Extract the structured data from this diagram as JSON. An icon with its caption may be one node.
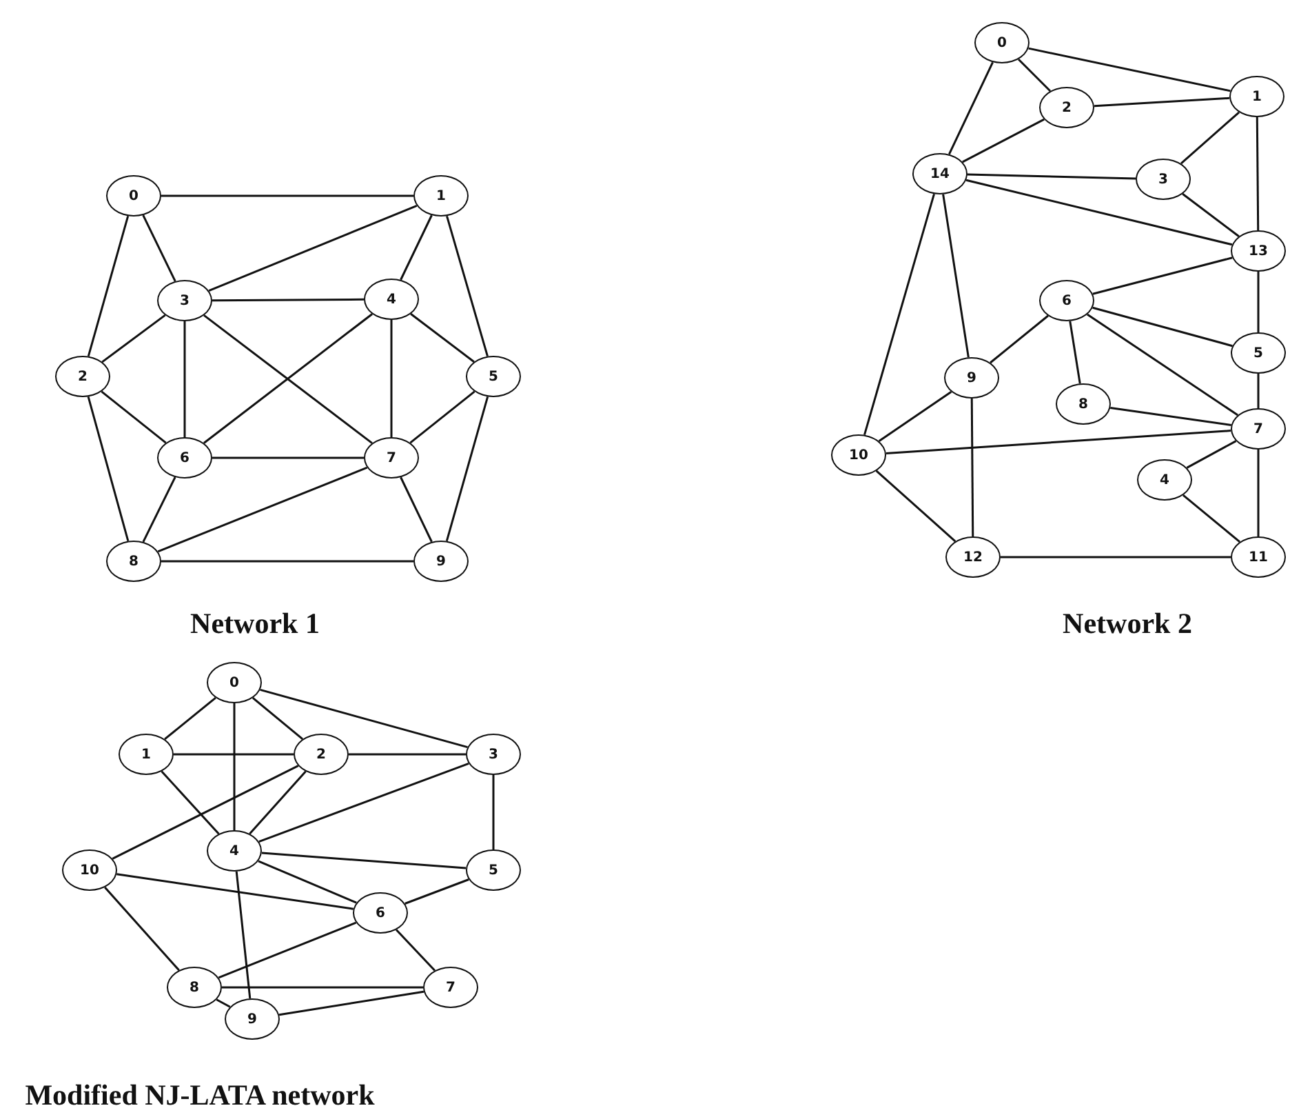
{
  "diagram": {
    "nodes": [
      {
        "text": [
          "0"
        ]
      },
      {
        "text": [
          "1"
        ]
      },
      {
        "text": [
          "2"
        ]
      },
      {
        "text": [
          "3"
        ]
      },
      {
        "text": [
          "4"
        ]
      },
      {
        "text": [
          "5"
        ]
      },
      {
        "text": [
          "6"
        ]
      },
      {
        "text": [
          "7"
        ]
      },
      {
        "text": [
          "8"
        ]
      },
      {
        "text": [
          "9"
        ]
      },
      {
        "text": [
          "0"
        ]
      },
      {
        "text": [
          "1"
        ]
      },
      {
        "text": [
          "2"
        ]
      },
      {
        "text": [
          "3"
        ]
      },
      {
        "text": [
          "4"
        ]
      },
      {
        "text": [
          "5"
        ]
      },
      {
        "text": [
          "6"
        ]
      },
      {
        "text": [
          "7"
        ]
      },
      {
        "text": [
          "8"
        ]
      },
      {
        "text": [
          "9"
        ]
      },
      {
        "text": [
          "10"
        ]
      },
      {
        "text": [
          "11"
        ]
      },
      {
        "text": [
          "12"
        ]
      },
      {
        "text": [
          "13"
        ]
      },
      {
        "text": [
          "14"
        ]
      },
      {
        "text": [
          "0"
        ]
      },
      {
        "text": [
          "1"
        ]
      },
      {
        "text": [
          "2"
        ]
      },
      {
        "text": [
          "3"
        ]
      },
      {
        "text": [
          "4"
        ]
      },
      {
        "text": [
          "5"
        ]
      },
      {
        "text": [
          "6"
        ]
      },
      {
        "text": [
          "7"
        ]
      },
      {
        "text": [
          "8"
        ]
      },
      {
        "text": [
          "9"
        ]
      },
      {
        "text": [
          "10"
        ]
      }
    ],
    "edges": [
      {
        "from": 0,
        "to": 1,
        "arrow": "none"
      },
      {
        "from": 0,
        "to": 3,
        "arrow": "none"
      },
      {
        "from": 0,
        "to": 2,
        "arrow": "none"
      },
      {
        "from": 1,
        "to": 3,
        "arrow": "none"
      },
      {
        "from": 1,
        "to": 4,
        "arrow": "none"
      },
      {
        "from": 1,
        "to": 5,
        "arrow": "none"
      },
      {
        "from": 3,
        "to": 4,
        "arrow": "none"
      },
      {
        "from": 3,
        "to": 2,
        "arrow": "none"
      },
      {
        "from": 3,
        "to": 6,
        "arrow": "none"
      },
      {
        "from": 3,
        "to": 7,
        "arrow": "none"
      },
      {
        "from": 4,
        "to": 6,
        "arrow": "none"
      },
      {
        "from": 4,
        "to": 7,
        "arrow": "none"
      },
      {
        "from": 4,
        "to": 5,
        "arrow": "none"
      },
      {
        "from": 2,
        "to": 6,
        "arrow": "none"
      },
      {
        "from": 2,
        "to": 8,
        "arrow": "none"
      },
      {
        "from": 6,
        "to": 7,
        "arrow": "none"
      },
      {
        "from": 6,
        "to": 8,
        "arrow": "none"
      },
      {
        "from": 7,
        "to": 5,
        "arrow": "none"
      },
      {
        "from": 7,
        "to": 8,
        "arrow": "none"
      },
      {
        "from": 7,
        "to": 9,
        "arrow": "none"
      },
      {
        "from": 5,
        "to": 9,
        "arrow": "none"
      },
      {
        "from": 8,
        "to": 9,
        "arrow": "none"
      },
      {
        "from": 10,
        "to": 11,
        "arrow": "none"
      },
      {
        "from": 10,
        "to": 12,
        "arrow": "none"
      },
      {
        "from": 10,
        "to": 24,
        "arrow": "none"
      },
      {
        "from": 12,
        "to": 11,
        "arrow": "none"
      },
      {
        "from": 12,
        "to": 24,
        "arrow": "none"
      },
      {
        "from": 24,
        "to": 13,
        "arrow": "none"
      },
      {
        "from": 24,
        "to": 23,
        "arrow": "none"
      },
      {
        "from": 24,
        "to": 19,
        "arrow": "none"
      },
      {
        "from": 24,
        "to": 20,
        "arrow": "none"
      },
      {
        "from": 11,
        "to": 13,
        "arrow": "none"
      },
      {
        "from": 11,
        "to": 23,
        "arrow": "none"
      },
      {
        "from": 13,
        "to": 23,
        "arrow": "none"
      },
      {
        "from": 23,
        "to": 16,
        "arrow": "none"
      },
      {
        "from": 23,
        "to": 15,
        "arrow": "none"
      },
      {
        "from": 16,
        "to": 15,
        "arrow": "none"
      },
      {
        "from": 16,
        "to": 17,
        "arrow": "none"
      },
      {
        "from": 16,
        "to": 19,
        "arrow": "none"
      },
      {
        "from": 16,
        "to": 18,
        "arrow": "none"
      },
      {
        "from": 18,
        "to": 17,
        "arrow": "none"
      },
      {
        "from": 15,
        "to": 17,
        "arrow": "none"
      },
      {
        "from": 19,
        "to": 20,
        "arrow": "none"
      },
      {
        "from": 19,
        "to": 22,
        "arrow": "none"
      },
      {
        "from": 20,
        "to": 17,
        "arrow": "none"
      },
      {
        "from": 20,
        "to": 22,
        "arrow": "none"
      },
      {
        "from": 17,
        "to": 14,
        "arrow": "none"
      },
      {
        "from": 17,
        "to": 21,
        "arrow": "none"
      },
      {
        "from": 14,
        "to": 21,
        "arrow": "none"
      },
      {
        "from": 22,
        "to": 21,
        "arrow": "none"
      },
      {
        "from": 25,
        "to": 26,
        "arrow": "none"
      },
      {
        "from": 25,
        "to": 27,
        "arrow": "none"
      },
      {
        "from": 25,
        "to": 29,
        "arrow": "none"
      },
      {
        "from": 25,
        "to": 28,
        "arrow": "none"
      },
      {
        "from": 26,
        "to": 27,
        "arrow": "none"
      },
      {
        "from": 26,
        "to": 29,
        "arrow": "none"
      },
      {
        "from": 27,
        "to": 28,
        "arrow": "none"
      },
      {
        "from": 27,
        "to": 29,
        "arrow": "none"
      },
      {
        "from": 27,
        "to": 35,
        "arrow": "none"
      },
      {
        "from": 28,
        "to": 29,
        "arrow": "none"
      },
      {
        "from": 28,
        "to": 30,
        "arrow": "none"
      },
      {
        "from": 29,
        "to": 30,
        "arrow": "none"
      },
      {
        "from": 29,
        "to": 31,
        "arrow": "none"
      },
      {
        "from": 29,
        "to": 34,
        "arrow": "none"
      },
      {
        "from": 35,
        "to": 31,
        "arrow": "none"
      },
      {
        "from": 35,
        "to": 33,
        "arrow": "none"
      },
      {
        "from": 30,
        "to": 31,
        "arrow": "none"
      },
      {
        "from": 31,
        "to": 33,
        "arrow": "none"
      },
      {
        "from": 31,
        "to": 32,
        "arrow": "none"
      },
      {
        "from": 33,
        "to": 32,
        "arrow": "none"
      },
      {
        "from": 33,
        "to": 34,
        "arrow": "none"
      },
      {
        "from": 34,
        "to": 32,
        "arrow": "none"
      }
    ],
    "labels": [
      "Network 1",
      "Network 2",
      "Modified NJ-LATA network"
    ]
  }
}
